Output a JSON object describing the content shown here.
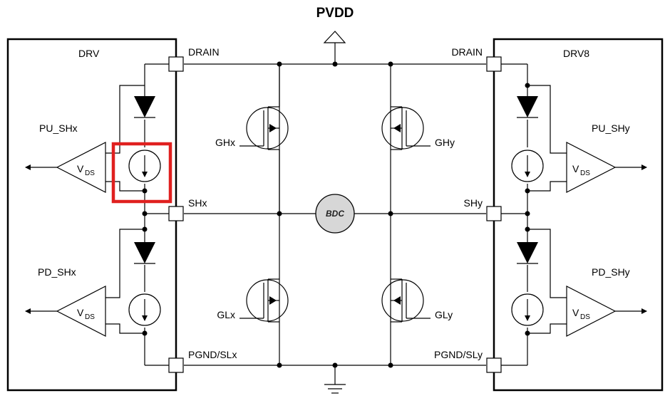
{
  "supply_label": "PVDD",
  "left_driver": {
    "title": "DRV",
    "pullup_label": "PU_SHx",
    "pulldown_label": "PD_SHx",
    "amp_label_main": "V",
    "amp_label_sub": "DS",
    "drain_pin": "DRAIN",
    "switch_pin": "SHx",
    "ground_pin": "PGND/SLx"
  },
  "right_driver": {
    "title": "DRV8",
    "pullup_label": "PU_SHy",
    "pulldown_label": "PD_SHy",
    "amp_label_main": "V",
    "amp_label_sub": "DS",
    "drain_pin": "DRAIN",
    "switch_pin": "SHy",
    "ground_pin": "PGND/SLy"
  },
  "fets": {
    "high_left": "GHx",
    "high_right": "GHy",
    "low_left": "GLx",
    "low_right": "GLy"
  },
  "motor_label": "BDC",
  "highlight_color": "#e0201f"
}
